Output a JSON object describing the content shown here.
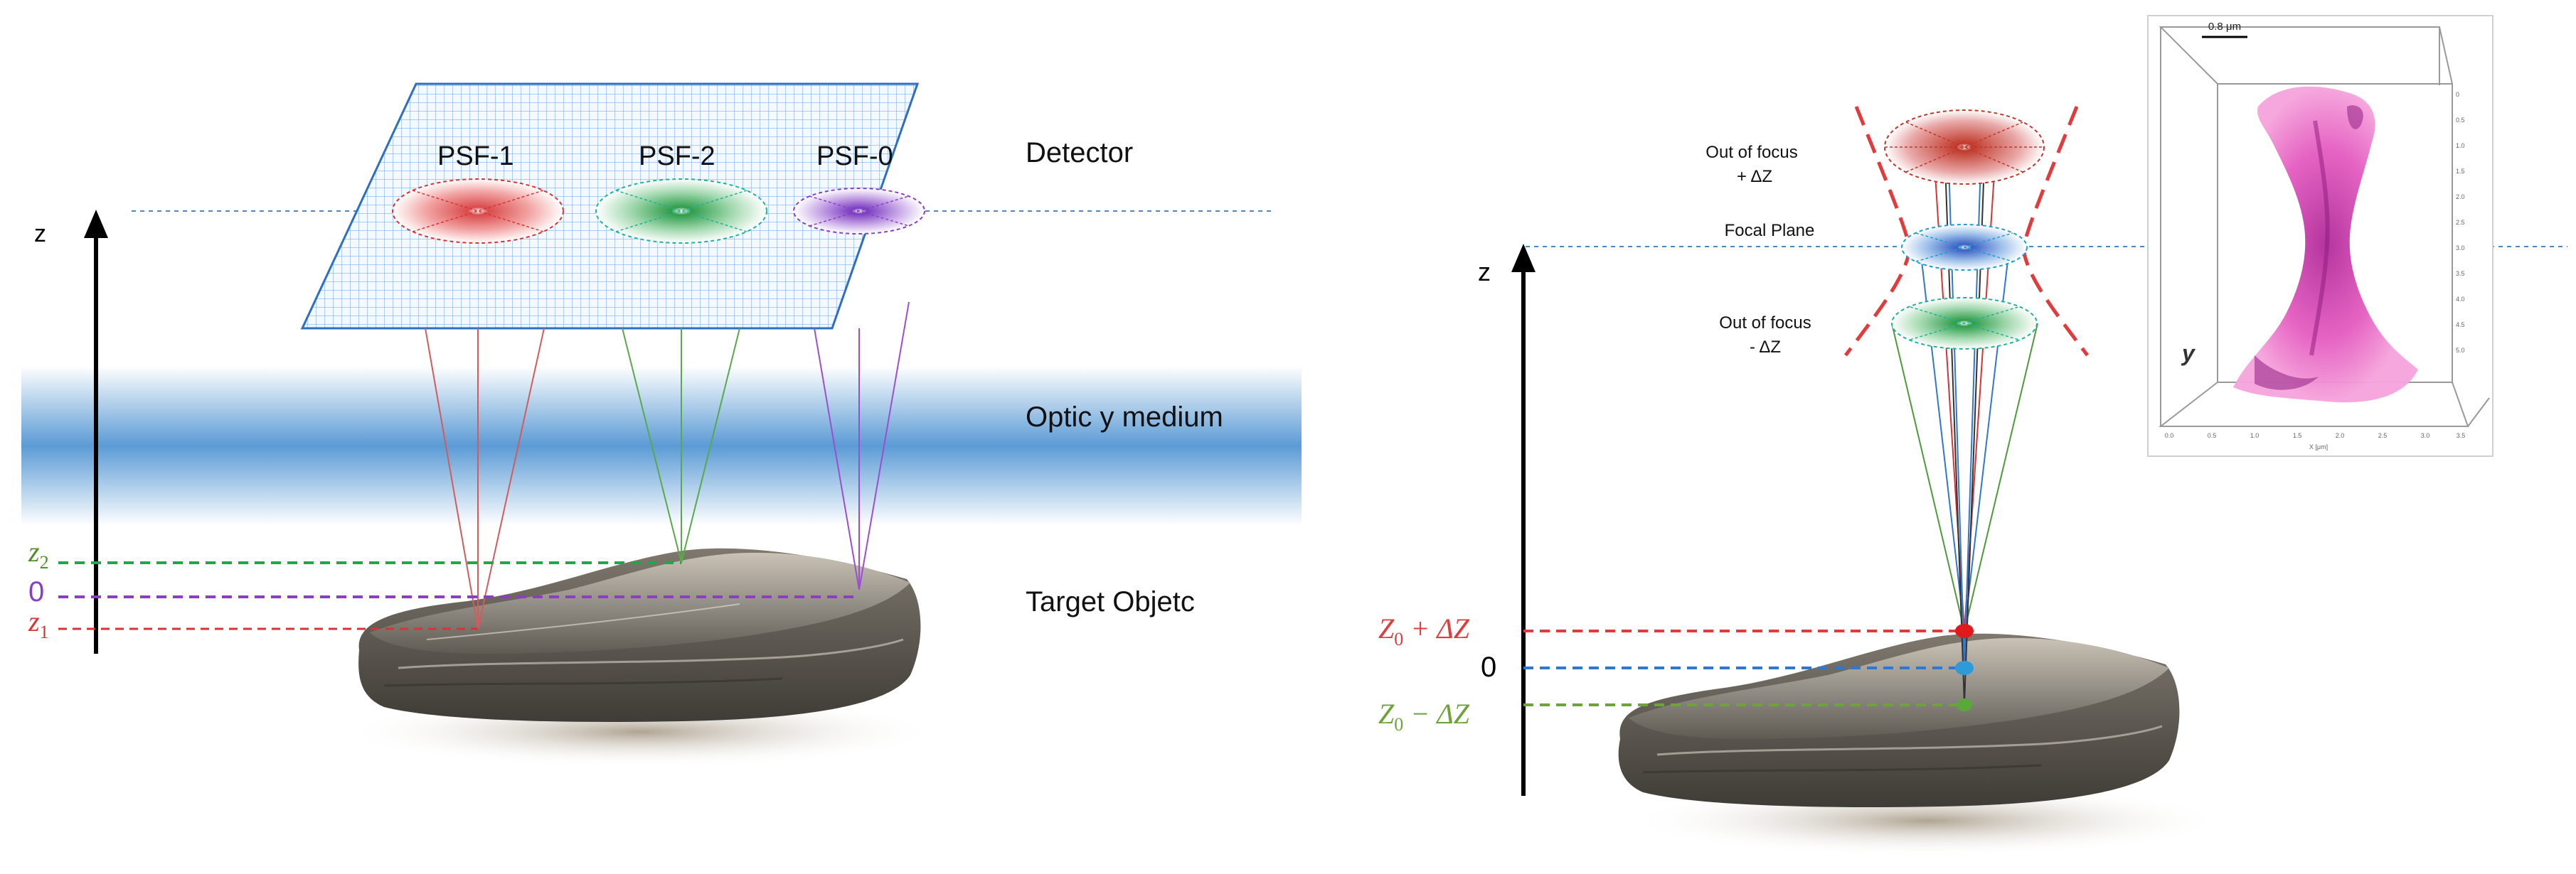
{
  "left": {
    "axis_label": "z",
    "psf_labels": [
      "PSF-1",
      "PSF-2",
      "PSF-0"
    ],
    "detector_label": "Detector",
    "medium_label": "Optic y medium",
    "object_label": "Target Objetc",
    "level_labels": {
      "z2_base": "z",
      "z2_sub": "2",
      "zero": "0",
      "z1_base": "z",
      "z1_sub": "1"
    },
    "colors": {
      "psf1": "#e23b3b",
      "psf2": "#2faa4f",
      "psf0": "#8a3fc0",
      "grid": "#6aa7e8"
    }
  },
  "right": {
    "axis_label": "z",
    "out_focus_plus_l1": "Out of focus",
    "out_focus_plus_l2": "+ ΔZ",
    "focal_plane": "Focal Plane",
    "out_focus_minus_l1": "Out of focus",
    "out_focus_minus_l2": "- ΔZ",
    "z0_plus_base": "Z",
    "z0_plus_sub": "0",
    "z0_plus_rest": " + ΔZ",
    "zero": "0",
    "z0_minus_base": "Z",
    "z0_minus_sub": "0",
    "z0_minus_rest": " − ΔZ",
    "colors": {
      "plus": "#e23b3b",
      "focal": "#2f78d0",
      "minus": "#6ea33a"
    }
  },
  "inset": {
    "scale_label": "0.8 μm",
    "y_label": "y",
    "x_axis_unit": "X [μm]",
    "y_tick_labels": [
      "0",
      "0.5",
      "1.0",
      "1.5",
      "2.0",
      "2.5",
      "3.0",
      "3.5",
      "4.0",
      "4.5",
      "5.0"
    ],
    "x_tick_labels": [
      "0.0",
      "0.5",
      "1.0",
      "1.5",
      "2.0",
      "2.5",
      "3.0",
      "3.5"
    ]
  }
}
